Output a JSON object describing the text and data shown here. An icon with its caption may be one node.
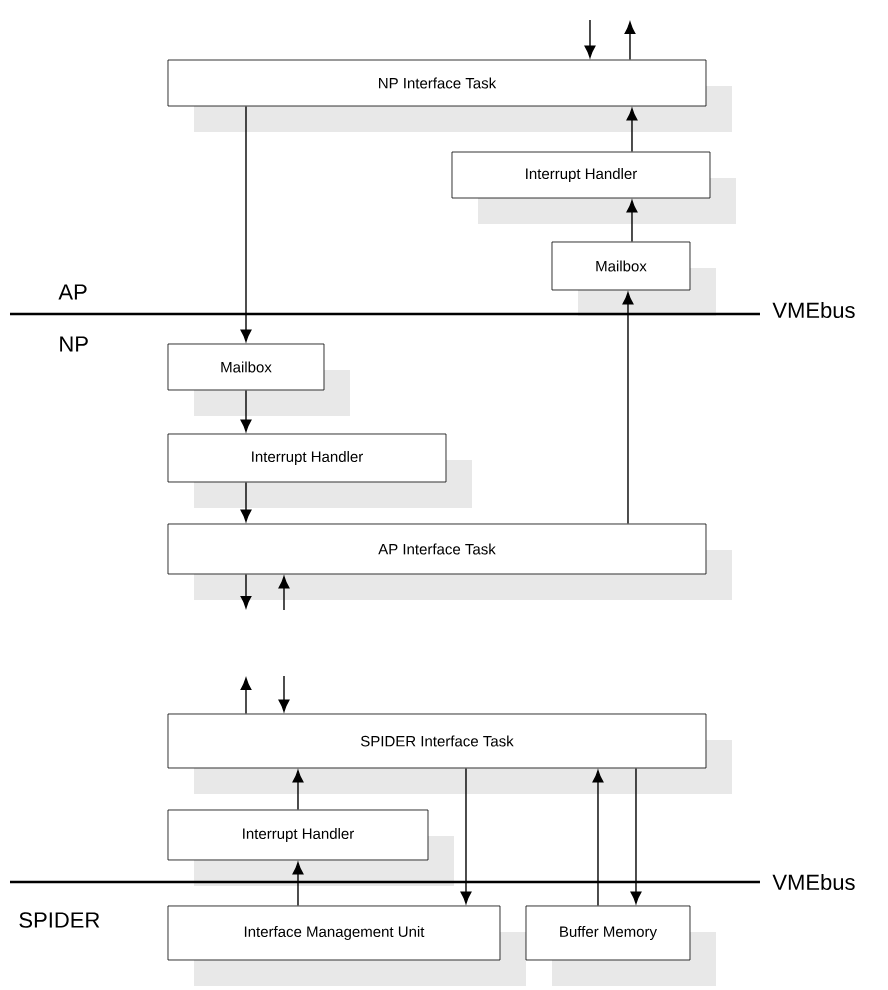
{
  "diagram": {
    "nodes": [
      {
        "text": [
          "NP Interface Task"
        ]
      },
      {
        "text": [
          "Interrupt Handler"
        ]
      },
      {
        "text": [
          "Mailbox"
        ]
      },
      {
        "text": [
          "Mailbox"
        ]
      },
      {
        "text": [
          "Interrupt Handler"
        ]
      },
      {
        "text": [
          "AP Interface Task"
        ]
      },
      {
        "text": [
          "SPIDER Interface Task"
        ]
      },
      {
        "text": [
          "Interrupt Handler"
        ]
      },
      {
        "text": [
          "Interface  Management Unit"
        ]
      },
      {
        "text": [
          "Buffer Memory"
        ]
      }
    ],
    "edges": [
      {
        "from": null,
        "to": 0,
        "arrow": "to"
      },
      {
        "from": 0,
        "to": null,
        "arrow": "to"
      },
      {
        "from": 0,
        "to": 3,
        "arrow": "to"
      },
      {
        "from": 3,
        "to": 4,
        "arrow": "to"
      },
      {
        "from": 4,
        "to": 5,
        "arrow": "to"
      },
      {
        "from": 2,
        "to": 1,
        "arrow": "to"
      },
      {
        "from": 1,
        "to": 0,
        "arrow": "to"
      },
      {
        "from": 5,
        "to": 2,
        "arrow": "to"
      },
      {
        "from": 5,
        "to": null,
        "arrow": "to"
      },
      {
        "from": null,
        "to": 5,
        "arrow": "to"
      },
      {
        "from": 6,
        "to": null,
        "arrow": "to"
      },
      {
        "from": null,
        "to": 6,
        "arrow": "to"
      },
      {
        "from": 7,
        "to": 6,
        "arrow": "to"
      },
      {
        "from": 8,
        "to": 7,
        "arrow": "to"
      },
      {
        "from": 6,
        "to": 8,
        "arrow": "to"
      },
      {
        "from": 9,
        "to": 6,
        "arrow": "to"
      },
      {
        "from": 6,
        "to": 9,
        "arrow": "to"
      }
    ],
    "labels": [
      "AP",
      "VMEbus",
      "NP",
      "VMEbus",
      "SPIDER"
    ]
  }
}
